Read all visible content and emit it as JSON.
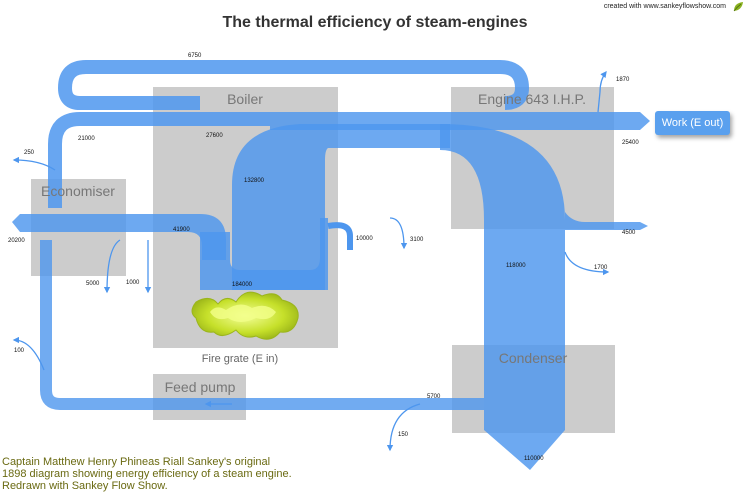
{
  "title": "The thermal efficiency of steam-engines",
  "credit": "created with www.sankeyflowshow.com",
  "caption": [
    "Captain Matthew Henry Phineas Riall Sankey's original",
    "1898 diagram showing energy efficiency of a steam engine.",
    "Redrawn with Sankey Flow Show."
  ],
  "nodes": {
    "boiler": "Boiler",
    "engine": "Engine 643 I.H.P.",
    "economiser": "Economiser",
    "feed_pump": "Feed pump",
    "condenser": "Condenser",
    "fire_grate": "Fire grate (E in)",
    "work": "Work (E out)"
  },
  "flows": {
    "loop_top": "6750",
    "engine_loss_up": "1870",
    "return_left": "21000",
    "boiler_top": "27600",
    "work": "25400",
    "economiser_loss": "250",
    "boiler_steam": "132800",
    "economiser_in": "41900",
    "exhaust": "20200",
    "boiler_loss_a": "10000",
    "boiler_loss_b": "3100",
    "engine_loss_right": "4500",
    "grate": "184000",
    "economiser_down": "5000",
    "economiser_down2": "1000",
    "to_condenser": "118000",
    "engine_loss_low": "1700",
    "loss_100": "100",
    "feed_return": "5700",
    "loss_150": "150",
    "condenser_out": "110000"
  },
  "colors": {
    "flow": "#4d96ee",
    "node_box": "#aaaaaa",
    "fire": "#c6e02a",
    "caption": "#6a6a12"
  }
}
